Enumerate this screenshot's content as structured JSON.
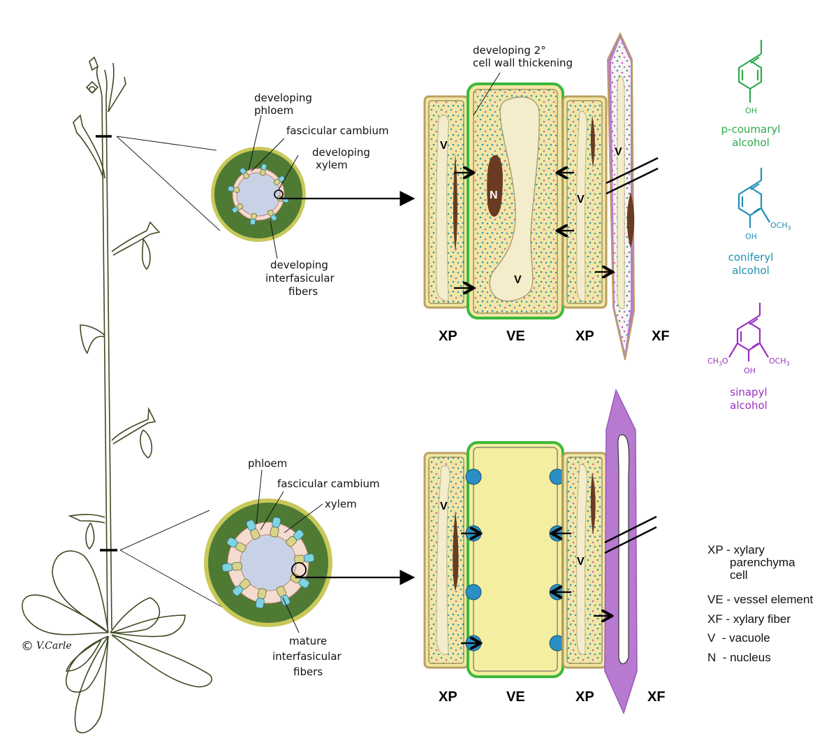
{
  "colors": {
    "plant_outline": "#3d4a22",
    "stem_outer": "#c8c85a",
    "cortex": "#4e7a34",
    "vascular_ring": "#f4dcd0",
    "pith": "#c8d2e6",
    "phloem": "#7ed3e0",
    "xylem_bundle": "#d9d48a",
    "cell_fill": "#f2e6a6",
    "cell_wall": "#b9a060",
    "ve_mature_fill": "#f4eea0",
    "sec_wall_green": "#3cb83c",
    "pit_blue": "#2a8fc2",
    "fiber_purple": "#b87ad0",
    "nucleus_brown": "#6b3a22",
    "vacuole": "#f3edcc",
    "coumaryl": "#2fa84a",
    "coniferyl": "#1f8fb0",
    "sinapyl": "#9a30c0"
  },
  "top_section": {
    "labels": {
      "phloem": "developing\nphloem",
      "cambium": "fascicular cambium",
      "xylem": "developing\nxylem",
      "fibers": "developing\ninterfascicular\nfibers",
      "wall": "developing 2°\ncell wall thickening"
    },
    "cell_captions": [
      "XP",
      "VE",
      "XP",
      "XF"
    ],
    "vacuole_label": "V",
    "nucleus_label": "N"
  },
  "bottom_section": {
    "labels": {
      "phloem": "phloem",
      "cambium": "fascicular cambium",
      "xylem": "xylem",
      "fibers": "mature\ninterfasicular\nfibers"
    },
    "cell_captions": [
      "XP",
      "VE",
      "XP",
      "XF"
    ],
    "vacuole_label": "V"
  },
  "monolignols": [
    {
      "name": "p-coumaryl\nalcohol",
      "oh": "OH",
      "substituents": []
    },
    {
      "name": "coniferyl\nalcohol",
      "oh": "OH",
      "substituents": [
        "OCH3"
      ]
    },
    {
      "name": "sinapyl\nalcohol",
      "oh": "OH",
      "substituents": [
        "CH3O",
        "OCH3"
      ]
    }
  ],
  "legend": [
    {
      "abbr": "XP",
      "text": "- xylary\nparenchyma\ncell"
    },
    {
      "abbr": "VE",
      "text": "- vessel element"
    },
    {
      "abbr": "XF",
      "text": "- xylary fiber"
    },
    {
      "abbr": "V",
      "text": "- vacuole"
    },
    {
      "abbr": "N",
      "text": "- nucleus"
    }
  ],
  "copyright": "©",
  "signature": "V.Carle"
}
